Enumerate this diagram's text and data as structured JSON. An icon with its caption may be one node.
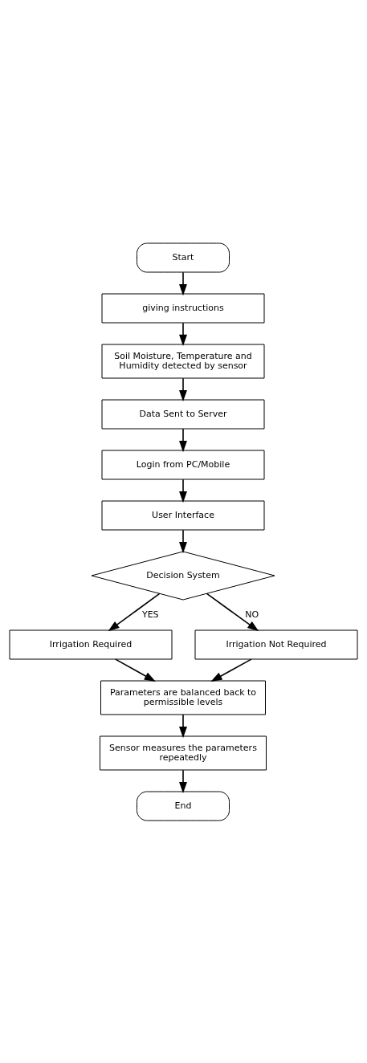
{
  "diagram": {
    "nodes": [
      {
        "text": [
          "Start"
        ]
      },
      {
        "text": [
          "giving instructions"
        ]
      },
      {
        "text": [
          "Soil Moisture, Temperature and Humidity detected by sensor"
        ]
      },
      {
        "text": [
          "Data Sent to Server"
        ]
      },
      {
        "text": [
          "Login from PC/Mobile"
        ]
      },
      {
        "text": [
          "User Interface"
        ]
      },
      {
        "text": [
          "Decision System"
        ]
      },
      {
        "text": [
          "Irrigation Required"
        ]
      },
      {
        "text": [
          "Irrigation Not Required"
        ]
      },
      {
        "text": [
          "Parameters are balanced back to permissible levels"
        ]
      },
      {
        "text": [
          "Sensor measures the parameters repeatedly"
        ]
      },
      {
        "text": [
          "End"
        ]
      }
    ],
    "edges": [
      {
        "from": 0,
        "to": 1,
        "arrow": "to"
      },
      {
        "from": 1,
        "to": 2,
        "arrow": "to"
      },
      {
        "from": 2,
        "to": 3,
        "arrow": "to"
      },
      {
        "from": 3,
        "to": 4,
        "arrow": "to"
      },
      {
        "from": 4,
        "to": 5,
        "arrow": "to"
      },
      {
        "from": 5,
        "to": 6,
        "arrow": "to"
      },
      {
        "from": 6,
        "to": 7,
        "arrow": "to",
        "label": "YES"
      },
      {
        "from": 6,
        "to": 8,
        "arrow": "to",
        "label": "NO"
      },
      {
        "from": 7,
        "to": 9,
        "arrow": "to"
      },
      {
        "from": 8,
        "to": 9,
        "arrow": "to"
      },
      {
        "from": 9,
        "to": 10,
        "arrow": "to"
      },
      {
        "from": 10,
        "to": 11,
        "arrow": "to"
      }
    ]
  }
}
